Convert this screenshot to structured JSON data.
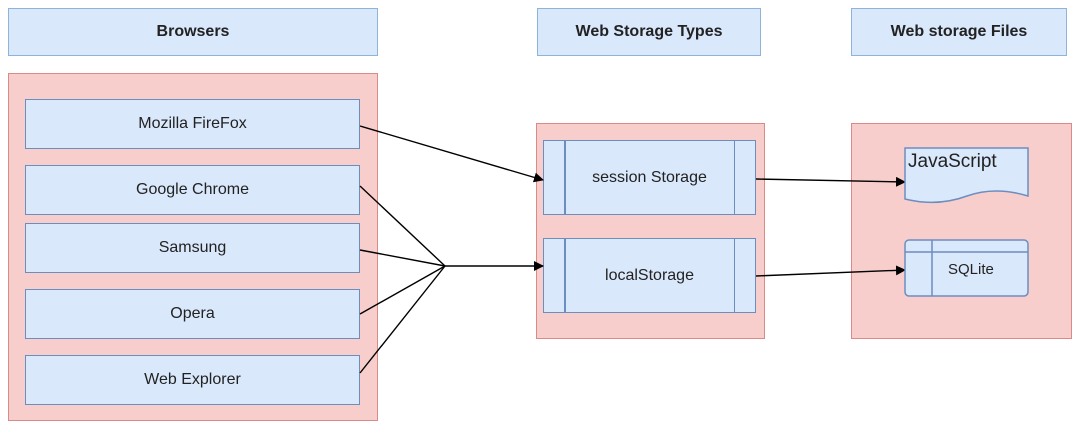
{
  "headers": {
    "browsers": "Browsers",
    "storage_types": "Web Storage Types",
    "storage_files": "Web storage Files"
  },
  "browsers": [
    "Mozilla FireFox",
    "Google Chrome",
    "Samsung",
    "Opera",
    "Web Explorer"
  ],
  "storage_types": [
    "session Storage",
    "localStorage"
  ],
  "storage_files": {
    "javascript": "JavaScript",
    "sqlite": "SQLite"
  },
  "colors": {
    "header_fill": "#dae8fc",
    "container_fill": "#f8cecc",
    "node_fill": "#dae8fc",
    "node_stroke": "#6c8ebf"
  }
}
